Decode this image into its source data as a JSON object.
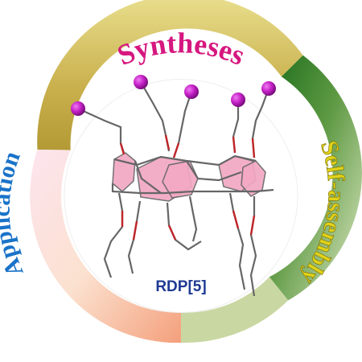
{
  "ring": {
    "top": {
      "label": "Syntheses",
      "color": "#d6177f",
      "band_color": "#c4ac3f"
    },
    "right": {
      "label": "Self-assembly",
      "color": "#e0d21a",
      "band_color": "#2e7d24"
    },
    "left": {
      "label": "Application",
      "color": "#1a73c9",
      "band_color": "#f6c8b3"
    },
    "bottom_band_color": "#b8c98a"
  },
  "molecule": {
    "label": "RDP[5]",
    "label_color": "#1f3a93",
    "ring_color": "#f3a8c3",
    "bond_color": "#666666",
    "oxygen_color": "#c0262a",
    "terminal_atom_color": "#b31fb8"
  }
}
